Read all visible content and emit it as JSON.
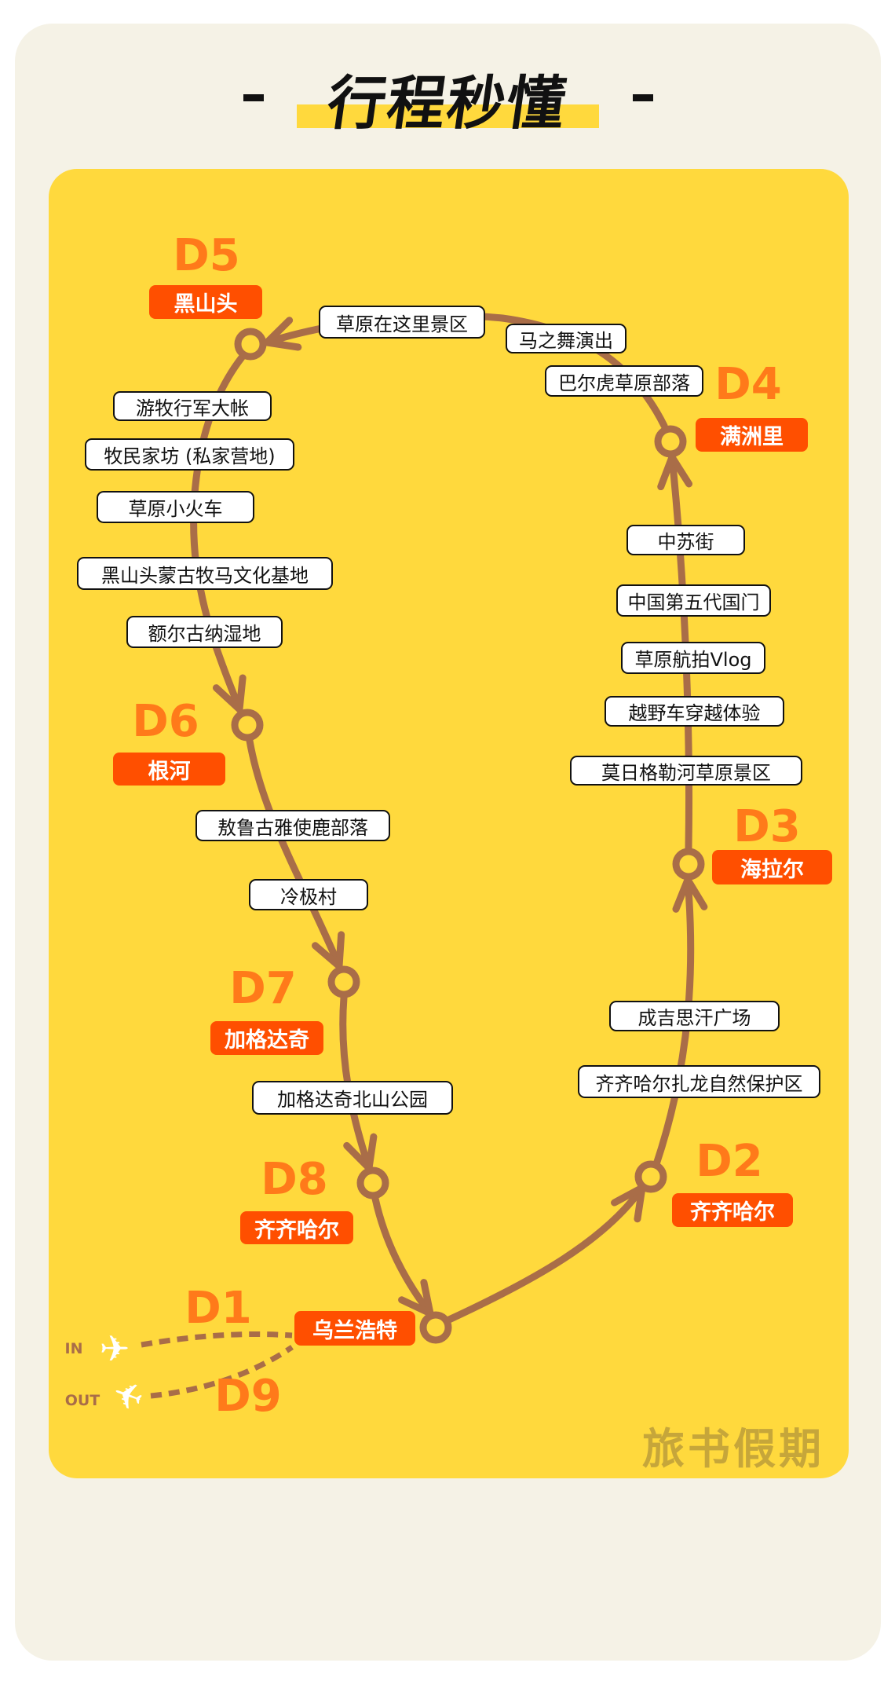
{
  "header": {
    "title": "行程秒懂"
  },
  "days": [
    {
      "day": "D1",
      "city": "乌兰浩特"
    },
    {
      "day": "D2",
      "city": "齐齐哈尔"
    },
    {
      "day": "D3",
      "city": "海拉尔"
    },
    {
      "day": "D4",
      "city": "满洲里"
    },
    {
      "day": "D5",
      "city": "黑山头"
    },
    {
      "day": "D6",
      "city": "根河"
    },
    {
      "day": "D7",
      "city": "加格达奇"
    },
    {
      "day": "D8",
      "city": "齐齐哈尔"
    },
    {
      "day": "D9"
    }
  ],
  "spots": {
    "d2_d3": [
      "齐齐哈尔扎龙自然保护区",
      "成吉思汗广场"
    ],
    "d3_d4": [
      "莫日格勒河草原景区",
      "越野车穿越体验",
      "草原航拍Vlog",
      "中国第五代国门",
      "中苏街"
    ],
    "d4_d5": [
      "巴尔虎草原部落",
      "马之舞演出",
      "草原在这里景区"
    ],
    "d5_d6": [
      "游牧行军大帐",
      "牧民家坊 (私家营地)",
      "草原小火车",
      "黑山头蒙古牧马文化基地",
      "额尔古纳湿地"
    ],
    "d6_d7": [
      "敖鲁古雅使鹿部落",
      "冷极村"
    ],
    "d7_d8": [
      "加格达奇北山公园"
    ]
  },
  "flight": {
    "in": "IN",
    "out": "OUT"
  },
  "watermark": "旅书假期",
  "colors": {
    "panel": "#FFD93D",
    "route": "#A96D48",
    "tag": "#FF4F00",
    "day": "#FF7A1A",
    "background": "#F5F2E6"
  }
}
